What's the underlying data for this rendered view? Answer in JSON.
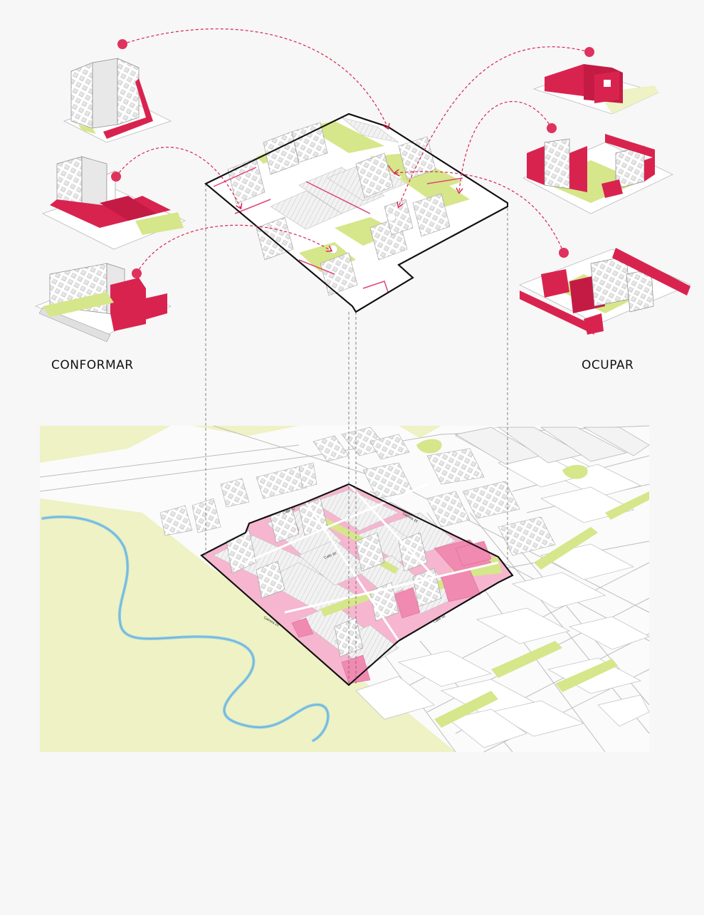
{
  "labels": {
    "left": "CONFORMAR",
    "right": "OCUPAR"
  },
  "streets": [
    "Calle 62",
    "Calle 60",
    "Carrera 18",
    "Carrera 20",
    "Calle 58"
  ],
  "colors": {
    "background": "#f7f7f7",
    "accent": "#d9234f",
    "accent_light": "#f08ab0",
    "green": "#d6e68a",
    "green_light": "#eef2c4",
    "river": "#8cc9e6",
    "building": "#ffffff",
    "building_shade": "#dcdcdc",
    "line": "#9a9a9a"
  },
  "icons": {
    "connector": "pink-dot-icon"
  }
}
